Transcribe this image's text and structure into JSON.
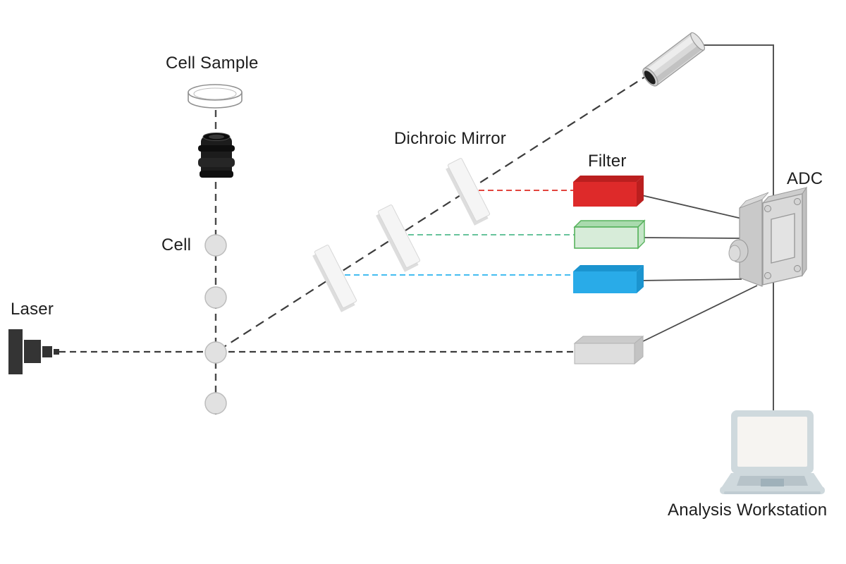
{
  "labels": {
    "cell_sample": "Cell Sample",
    "cell": "Cell",
    "laser": "Laser",
    "dichroic_mirror": "Dichroic Mirror",
    "filter": "Filter",
    "adc": "ADC",
    "analysis_workstation": "Analysis Workstation"
  },
  "colors": {
    "red_filter_front": "#de2a2a",
    "red_filter_dark": "#bb1f1f",
    "red_beam": "#e2453e",
    "green_filter_front": "#d7ecd9",
    "green_filter_top": "#a9daad",
    "green_filter_edge": "#57b25c",
    "green_beam": "#67c39b",
    "blue_filter_front": "#29abe8",
    "blue_filter_dark": "#1b94cf",
    "blue_beam": "#45bdf0",
    "laser_body": "#343434",
    "beam_dark": "#3c3c3c",
    "wire": "#4a4a4a",
    "cell_fill": "#e1e1e1",
    "mirror_face": "#f5f5f5",
    "device_gray": "#dedede"
  },
  "components": [
    "cell-sample-dish",
    "objective-lens",
    "cell-stream",
    "laser-device",
    "dichroic-mirror-1",
    "dichroic-mirror-2",
    "dichroic-mirror-3",
    "red-filter",
    "green-filter",
    "blue-filter",
    "forward-scatter-detector",
    "side-scatter-detector-tube",
    "adc-module",
    "analysis-laptop"
  ]
}
